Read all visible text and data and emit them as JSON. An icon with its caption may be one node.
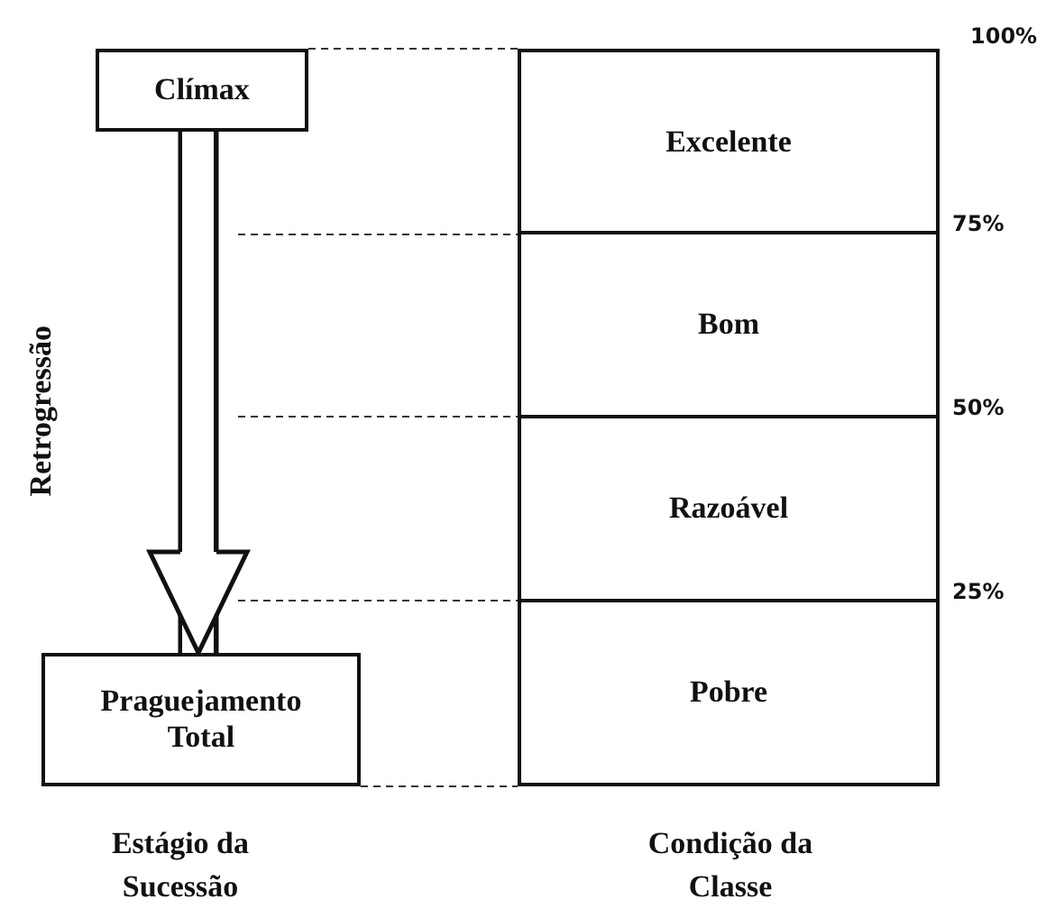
{
  "diagram": {
    "nodes": [
      {
        "text": [
          "Clímax"
        ]
      },
      {
        "text": [
          "Praguejamento Total"
        ]
      },
      {
        "text": [
          "Excelente"
        ]
      },
      {
        "text": [
          "Bom"
        ]
      },
      {
        "text": [
          "Razoável"
        ]
      },
      {
        "text": [
          "Pobre"
        ]
      }
    ],
    "edges": [
      {
        "from": 0,
        "to": 1,
        "arrow": "to",
        "style": "thick"
      },
      {
        "from": 0,
        "to": 2,
        "arrow": "none",
        "style": "dashed"
      },
      {
        "from": 1,
        "to": 5,
        "arrow": "none",
        "style": "dashed"
      }
    ],
    "labels": [
      "Retrogressão",
      "100%",
      "75%",
      "50%",
      "25%",
      "Estágio da Sucessão",
      "Condição da Classe"
    ]
  }
}
